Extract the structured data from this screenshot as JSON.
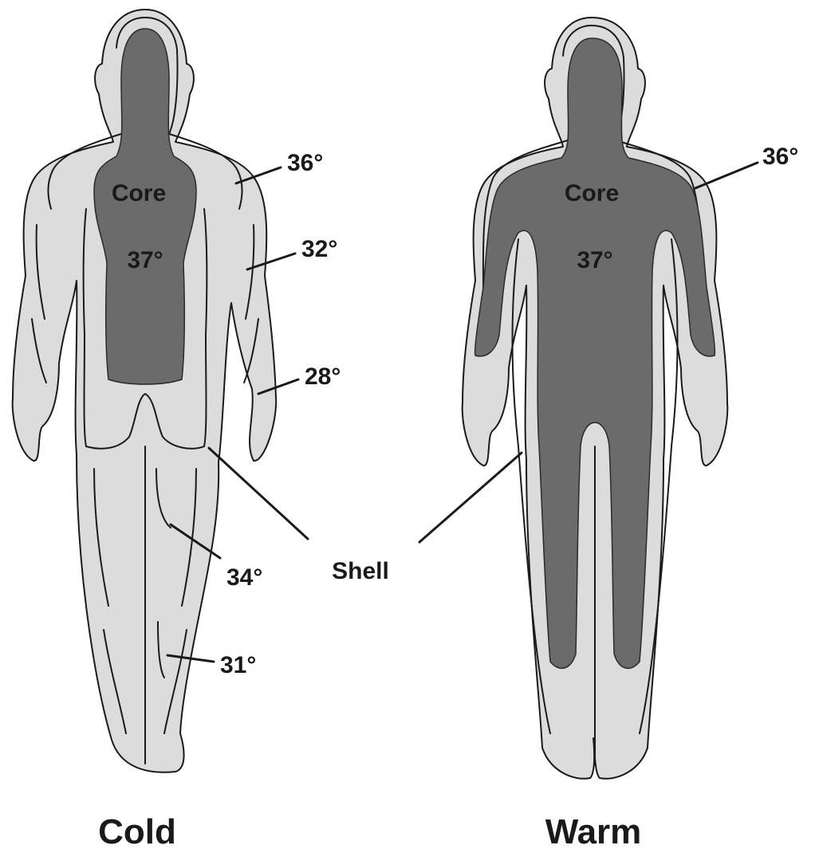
{
  "cold": {
    "caption": "Cold",
    "core_label": "Core",
    "core_temp": "37°",
    "temps": {
      "shoulder": "36°",
      "upper_arm": "32°",
      "hand": "28°",
      "thigh": "34°",
      "lower_leg": "31°"
    }
  },
  "warm": {
    "caption": "Warm",
    "core_label": "Core",
    "core_temp": "37°",
    "temps": {
      "shoulder": "36°"
    }
  },
  "shell_label": "Shell",
  "colors": {
    "shell": "#dcdcdc",
    "core": "#6b6b6b",
    "outline": "#1a1a1a"
  }
}
